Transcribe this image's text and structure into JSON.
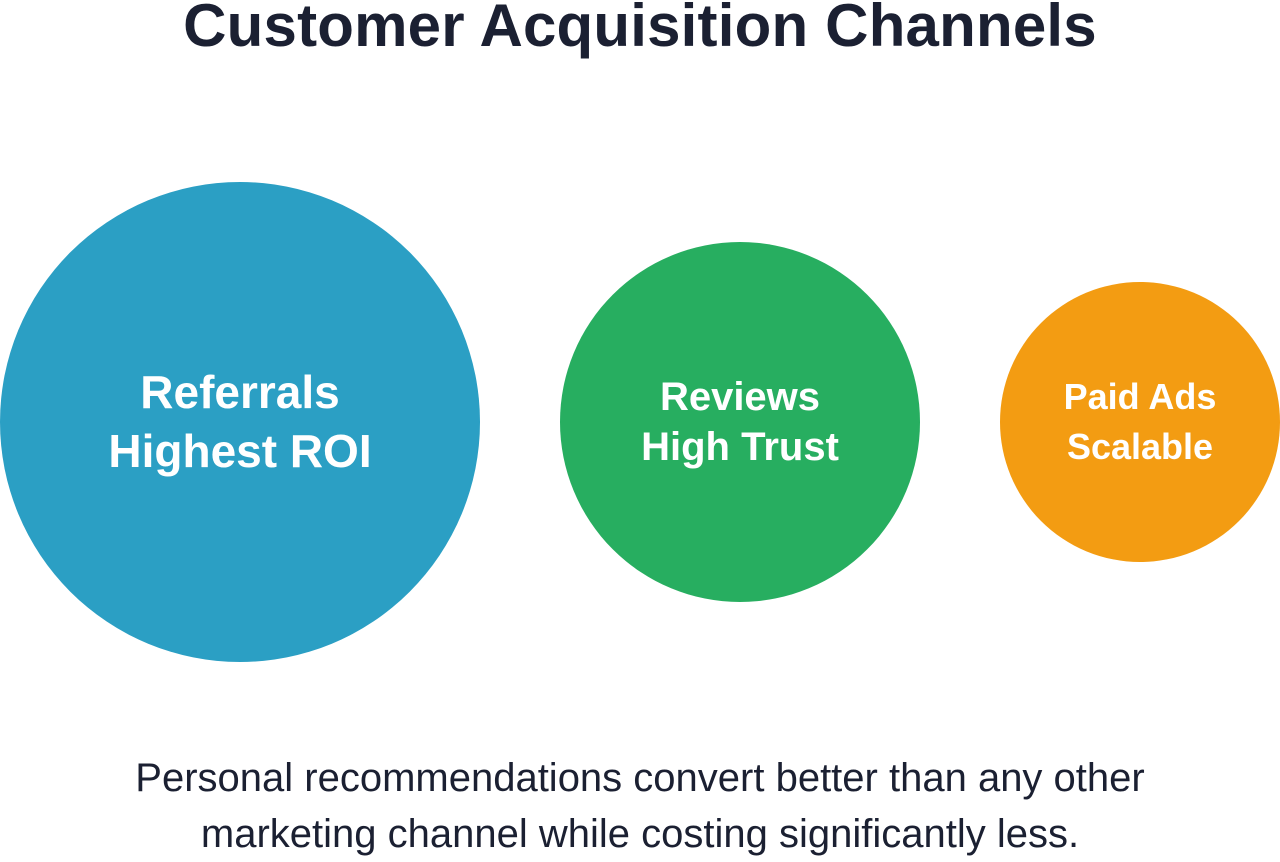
{
  "title": "Customer Acquisition Channels",
  "channels": [
    {
      "name": "Referrals",
      "note": "Highest ROI",
      "color": "#2b9fc4"
    },
    {
      "name": "Reviews",
      "note": "High Trust",
      "color": "#27ae60"
    },
    {
      "name": "Paid Ads",
      "note": "Scalable",
      "color": "#f39c12"
    }
  ],
  "caption": {
    "line1": "Personal recommendations convert better than any other",
    "line2": "marketing channel while costing significantly less."
  }
}
